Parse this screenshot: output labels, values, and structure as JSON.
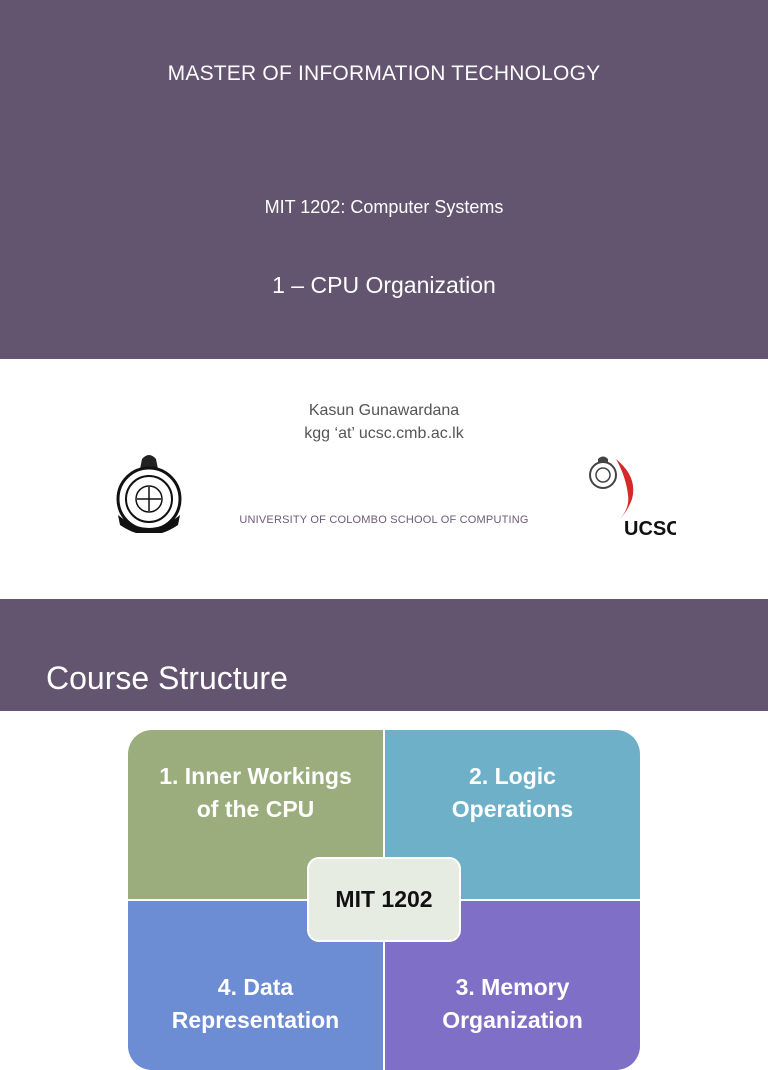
{
  "slide1": {
    "program_title": "MASTER OF INFORMATION TECHNOLOGY",
    "course_code": "MIT 1202: Computer Systems",
    "lecture_title": "1 – CPU Organization",
    "author_name": "Kasun Gunawardana",
    "author_email": "kgg ‘at’ ucsc.cmb.ac.lk",
    "university_name": "UNIVERSITY OF COLOMBO SCHOOL OF COMPUTING",
    "logo_text": "UCSC"
  },
  "slide2": {
    "title": "Course Structure",
    "diagram": {
      "center_label": "MIT 1202",
      "quadrants": [
        {
          "label_line1": "1. Inner Workings",
          "label_line2": "of the CPU",
          "color": "#9bad7d"
        },
        {
          "label_line1": "2. Logic",
          "label_line2": "Operations",
          "color": "#6fb0c9"
        },
        {
          "label_line1": "3. Memory",
          "label_line2": "Organization",
          "color": "#7f6fc6"
        },
        {
          "label_line1": "4. Data",
          "label_line2": "Representation",
          "color": "#6c8cd4"
        }
      ]
    }
  },
  "colors": {
    "header_bg": "#63546f",
    "university_text": "#6a5c79",
    "logo_red": "#d62a2a"
  },
  "icons": [
    "university-crest-icon",
    "ucsc-logo-icon"
  ]
}
